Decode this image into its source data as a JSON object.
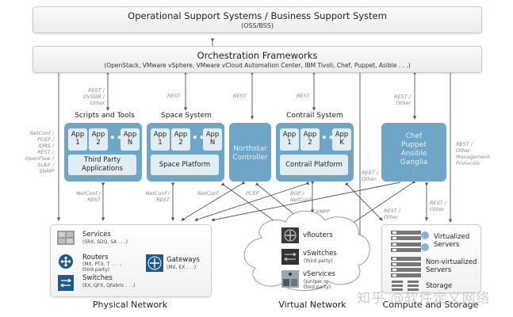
{
  "oss": {
    "title": "Operational Support Systems / Business Support System",
    "subtitle": "(OSS/BSS)"
  },
  "orchestration": {
    "title": "Orchestration Frameworks",
    "subtitle": "(OpenStack, VMware vSphere, VMware vCloud Automation Center, IBM Tivoli, Chef, Puppet, Asible . . .)"
  },
  "systems": {
    "scripts": {
      "title": "Scripts and Tools",
      "apps": [
        {
          "l1": "App",
          "l2": "1"
        },
        {
          "l1": "App",
          "l2": "2"
        },
        {
          "l1": "App",
          "l2": "N"
        }
      ],
      "platform": "Third Party Applications",
      "north_protocol": "REST / OVSDB / Other",
      "south_protocol": "NetConf / REST"
    },
    "space": {
      "title": "Space System",
      "apps": [
        {
          "l1": "App",
          "l2": "1"
        },
        {
          "l1": "App",
          "l2": "2"
        },
        {
          "l1": "App",
          "l2": "N"
        }
      ],
      "platform": "Space Platform",
      "north_protocol": "REST",
      "south_protocol": "NetConf / REST"
    },
    "northstar": {
      "title": "Northstar Controller",
      "north_protocol": "REST",
      "south_protocols": [
        "NetConf",
        "PCEP"
      ]
    },
    "contrail": {
      "title": "Contrail System",
      "apps": [
        {
          "l1": "App",
          "l2": "1"
        },
        {
          "l1": "App",
          "l2": "2"
        },
        {
          "l1": "App",
          "l2": "K"
        }
      ],
      "platform": "Contrail Platform",
      "north_protocol": "REST",
      "south_protocols": [
        "BGP / NetConf",
        "XMPP"
      ]
    },
    "config_mgmt": {
      "lines": [
        "Chef",
        "Puppet",
        "Ansible",
        "Ganglia",
        ":"
      ],
      "north_protocol": "REST / Other",
      "south_protocol": "REST / Other"
    }
  },
  "side_protocols": {
    "left": "NetConf / PCEP / IDRS / REST / OpenFlow / SLAX / SNMP",
    "left_lines": [
      "NetConf /",
      "PCEP /",
      "IDRS /",
      "REST /",
      "OpenFlow /",
      "SLAX /",
      "SNMP"
    ],
    "right_lines": [
      "REST /",
      "Other",
      "Management",
      "Protocols"
    ],
    "orch_to_virtual": [
      "REST /",
      "Other"
    ],
    "orch_to_compute": [
      "REST /",
      "Other"
    ]
  },
  "physical_network": {
    "title": "Physical Network",
    "devices": [
      {
        "name": "Services",
        "detail": "(SRX, SDQ, SA . . .)",
        "icon": "services-icon"
      },
      {
        "name": "Routers",
        "detail": "(MX, PTX, T . . . ,",
        "detail2": "third party)",
        "icon": "router-icon"
      },
      {
        "name": "Switches",
        "detail": "(EX, QFX, QFabric . . .)",
        "icon": "switch-icon"
      },
      {
        "name": "Gateways",
        "detail": "(MX, EX . . .)",
        "icon": "gateway-icon"
      }
    ]
  },
  "virtual_network": {
    "title": "Virtual Network",
    "devices": [
      {
        "name": "vRouters",
        "icon": "vrouter-icon"
      },
      {
        "name": "vSwitches",
        "detail": "(third party)",
        "icon": "vswitch-icon"
      },
      {
        "name": "vServices",
        "detail": "(Juniper or",
        "detail2": "third party)",
        "icon": "vservices-icon"
      }
    ]
  },
  "compute_storage": {
    "title": "Compute and Storage",
    "items": [
      {
        "l1": "Virtualized",
        "l2": "Servers",
        "icon": "virtualized-server-icon"
      },
      {
        "l1": "Non-virtualized",
        "l2": "Servers",
        "icon": "server-rack-icon"
      },
      {
        "l1": "Storage",
        "icon": "storage-icon"
      }
    ]
  },
  "watermark": "知乎 @软件定义网络",
  "colors": {
    "system_box": "#6fa6c8",
    "app_tile": "#e2ecf3",
    "device_icon": "#1f5a86",
    "arrow": "#555555",
    "protocol_label": "#8a8a8a"
  }
}
